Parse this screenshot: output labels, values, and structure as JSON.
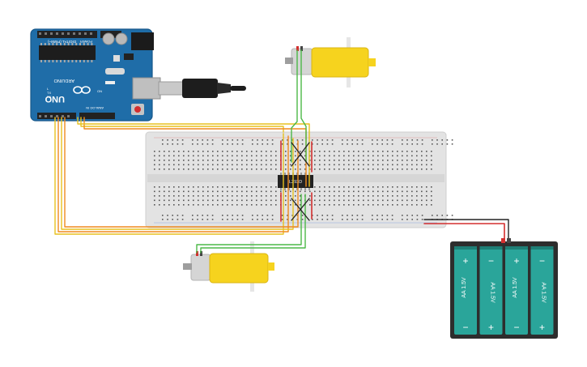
{
  "arduino": {
    "model_label": "UNO",
    "brand_label": "ARDUINO",
    "digital_label": "DIGITAL (PWM~)",
    "power_label": "POWER",
    "analog_label": "ANALOG IN",
    "tx_label": "TX",
    "rx_label": "RX",
    "led_l_label": "L",
    "on_label": "ON"
  },
  "driver_ic": {
    "label": "L293D"
  },
  "battery_pack": {
    "cells": [
      {
        "label": "AA 1.5V",
        "top_sign": "+",
        "bottom_sign": "−"
      },
      {
        "label": "AA 1.5V",
        "top_sign": "−",
        "bottom_sign": "+"
      },
      {
        "label": "AA 1.5V",
        "top_sign": "+",
        "bottom_sign": "−"
      },
      {
        "label": "AA 1.5V",
        "top_sign": "−",
        "bottom_sign": "+"
      }
    ]
  },
  "colors": {
    "arduino_board": "#1f6da8",
    "breadboard": "#e2e2e2",
    "motor_yellow": "#f6d31e",
    "battery_teal": "#2aa59a",
    "battery_case": "#2d2d2d",
    "wire_yellow": "#e8c11e",
    "wire_orange": "#f08a1e",
    "wire_green": "#4cb848",
    "wire_red": "#d32f2f",
    "wire_black": "#222222"
  }
}
